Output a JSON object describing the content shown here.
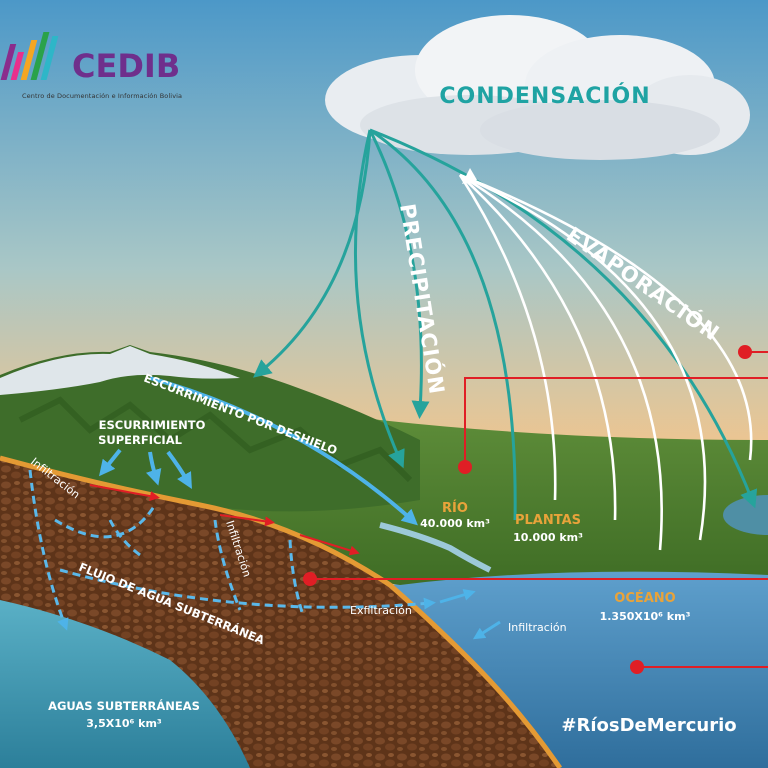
{
  "logo": {
    "name": "CEDIB",
    "subtitle": "Centro de Documentación e Información Bolivia"
  },
  "labels": {
    "condensation": "CONDENSACIÓN",
    "precipitation": "PRECIPITACIÓN",
    "evaporation": "EVAPORACIÓN",
    "snowmelt_runoff": "ESCURRIMIENTO POR DESHIELO",
    "surface_runoff_line1": "ESCURRIMIENTO",
    "surface_runoff_line2": "SUPERFICIAL",
    "infiltration_left": "Infiltración",
    "infiltration_mid": "Infiltración",
    "infiltration_ocean": "Infiltración",
    "exfiltration": "Exfiltración",
    "groundwater_flow": "FLUJO DE AGUA SUBTERRÁNEA",
    "river_name": "RÍO",
    "river_volume": "40.000 km³",
    "plants_name": "PLANTAS",
    "plants_volume": "10.000 km³",
    "ocean_name": "OCÉANO",
    "ocean_volume": "1.350X10⁶ km³",
    "groundwater_name": "AGUAS SUBTERRÁNEAS",
    "groundwater_volume": "3,5X10⁶ km³",
    "hashtag": "#RíosDeMercurio"
  },
  "colors": {
    "teal_label": "#1fa3a3",
    "flow_teal": "#26a39c",
    "water_blue": "#4eb3e8",
    "marker_red": "#e01e25",
    "volume_orange": "#e8a33a",
    "sky_top": "#4f9ccc",
    "sky_bottom": "#f2c48a",
    "soil": "#6b3e22",
    "grass": "#4a7d2c",
    "ocean": "#3a7fb0"
  }
}
